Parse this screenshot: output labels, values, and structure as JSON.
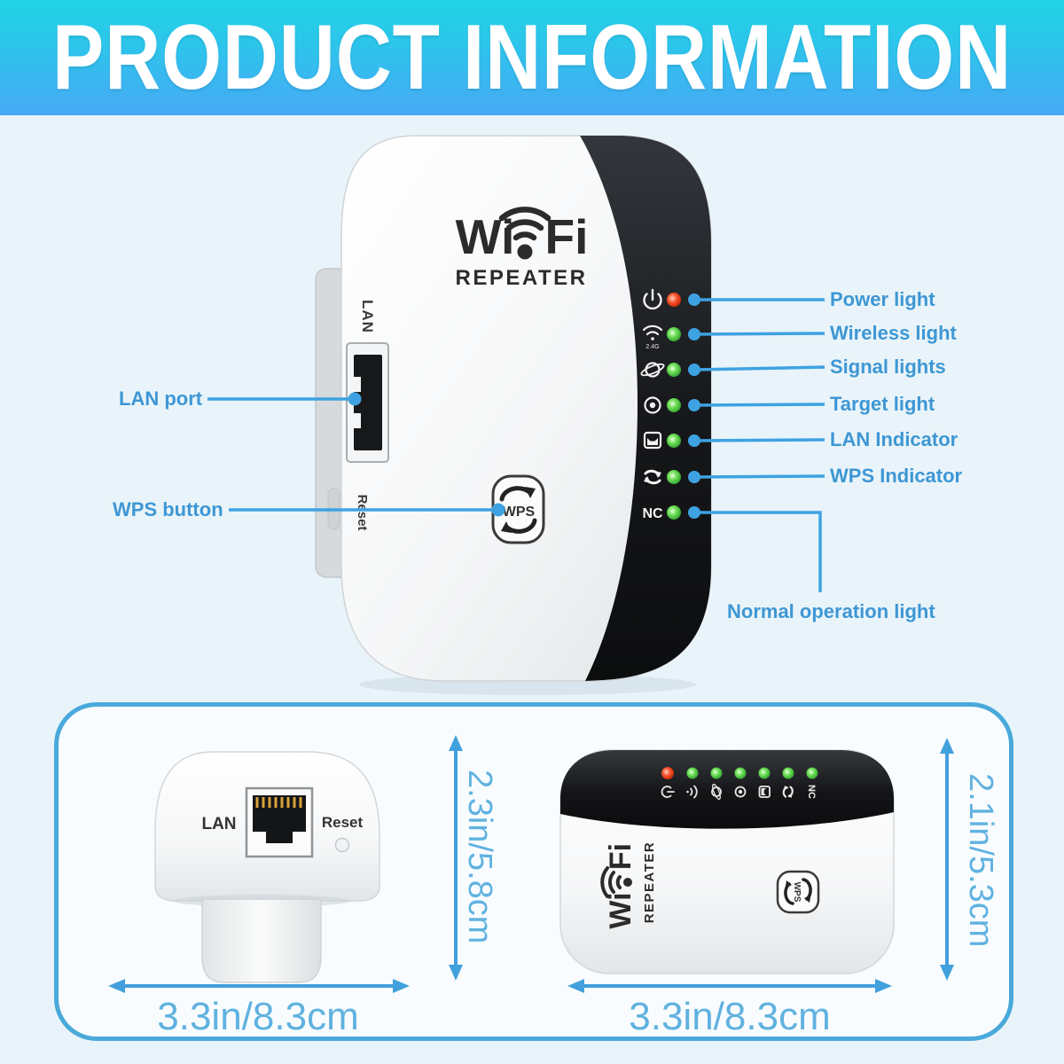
{
  "header": {
    "title": "PRODUCT INFORMATION"
  },
  "device": {
    "brand_wi": "Wi",
    "brand_fi": "Fi",
    "brand_line2": "REPEATER",
    "wps_button_label": "WPS",
    "lan_port_label": "LAN",
    "reset_label": "Reset",
    "wifi_band_label": "2.4G",
    "nc_label": "NC"
  },
  "callouts": {
    "right": [
      {
        "icon": "power-icon",
        "led": "red",
        "label": "Power light"
      },
      {
        "icon": "wireless-icon",
        "led": "green",
        "label": "Wireless light"
      },
      {
        "icon": "signal-icon",
        "led": "green",
        "label": "Signal lights"
      },
      {
        "icon": "target-icon",
        "led": "green",
        "label": "Target light"
      },
      {
        "icon": "lan-icon",
        "led": "green",
        "label": "LAN Indicator"
      },
      {
        "icon": "wps-icon",
        "led": "green",
        "label": "WPS Indicator"
      }
    ],
    "normal_operation": "Normal operation light",
    "left": [
      {
        "label": "LAN port"
      },
      {
        "label": "WPS button"
      }
    ]
  },
  "bottom_left_device": {
    "lan_label": "LAN",
    "reset_label": "Reset"
  },
  "bottom_right_device": {
    "brand_wi": "Wi",
    "brand_fi": "Fi",
    "brand_line2": "REPEATER",
    "wps_label": "WPS",
    "nc_label": "NC"
  },
  "dimensions": {
    "left_height": "2.3in/5.8cm",
    "left_width": "3.3in/8.3cm",
    "right_height": "2.1in/5.3cm",
    "right_width": "3.3in/8.3cm"
  },
  "colors": {
    "header_top": "#21d3e5",
    "header_bottom": "#47a9f5",
    "label_blue": "#3e97d4",
    "line_blue": "#3ea2e2",
    "dimension_blue": "#60b2e0",
    "panel_border": "#4aa9db",
    "led_green": "#4ec441",
    "led_red": "#e8391c"
  }
}
